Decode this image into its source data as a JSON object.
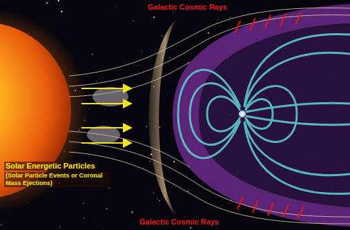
{
  "diagram": {
    "labels": [
      "Galactic Cosmic Rays",
      "Solar Energetic Particles",
      "(Solar Particle Events or Coronal Mass Ejections)",
      "Galactic Cosmic Rays"
    ]
  }
}
